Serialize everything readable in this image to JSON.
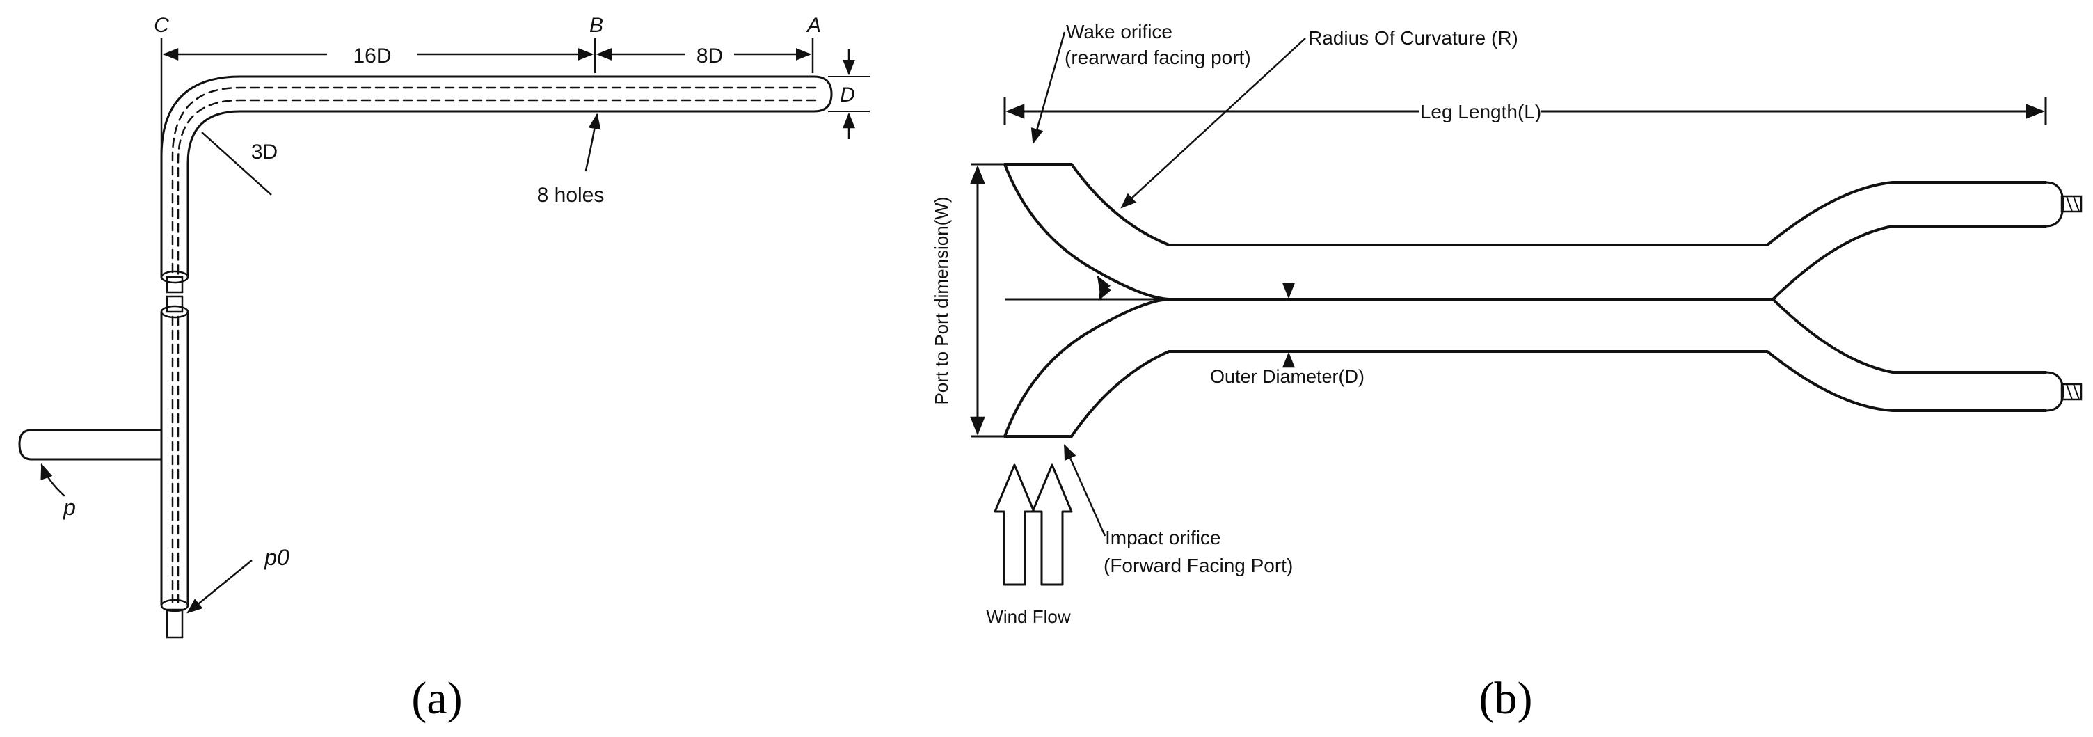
{
  "panel_a": {
    "caption": "(a)",
    "labels": {
      "C": "C",
      "B": "B",
      "A": "A",
      "dim_16D": "16D",
      "dim_8D": "8D",
      "dim_D": "D",
      "bend_3D": "3D",
      "holes": "8 holes",
      "p": "p",
      "p0": "p0"
    }
  },
  "panel_b": {
    "caption": "(b)",
    "labels": {
      "wake_line1": "Wake orifice",
      "wake_line2": "(rearward facing port)",
      "radius": "Radius Of Curvature (R)",
      "leg_length": "Leg Length(L)",
      "port_dim": "Port to Port dimension(W)",
      "outer_diameter": "Outer Diameter(D)",
      "impact_line1": "Impact orifice",
      "impact_line2": "(Forward Facing Port)",
      "wind_flow": "Wind Flow"
    }
  },
  "colors": {
    "ink": "#111111",
    "background": "#ffffff"
  }
}
